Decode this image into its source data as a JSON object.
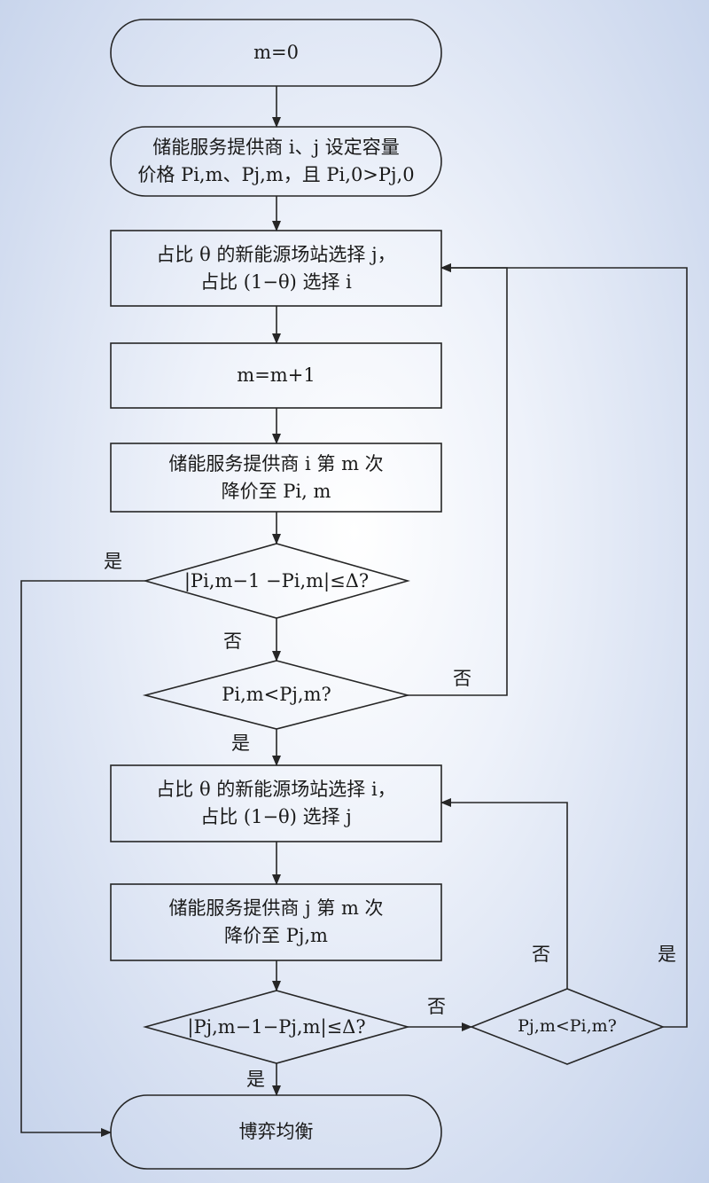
{
  "nodes": {
    "start": "m=0",
    "set_price": {
      "line1": "储能服务提供商 i、j 设定容量",
      "line2": "价格 Pi,m、Pj,m，且 Pi,0>Pj,0"
    },
    "choose_j": {
      "line1": "占比 θ 的新能源场站选择 j，",
      "line2": "占比 (1−θ) 选择 i"
    },
    "increment": "m=m+1",
    "cut_i": {
      "line1": "储能服务提供商 i 第 m 次",
      "line2": "降价至 Pi, m"
    },
    "check_i": "|Pi,m−1 −Pi,m|≤Δ?",
    "compare_i_j": "Pi,m<Pj,m?",
    "choose_i": {
      "line1": "占比 θ 的新能源场站选择 i，",
      "line2": "占比 (1−θ) 选择 j"
    },
    "cut_j": {
      "line1": "储能服务提供商 j 第 m 次",
      "line2": "降价至 Pj,m"
    },
    "check_j": "|Pj,m−1−Pj,m|≤Δ?",
    "compare_j_i": "Pj,m<Pi,m?",
    "end": "博弈均衡"
  },
  "labels": {
    "yes": "是",
    "no": "否"
  },
  "colors": {
    "stroke": "#262626",
    "background": "#c9d6ee"
  }
}
